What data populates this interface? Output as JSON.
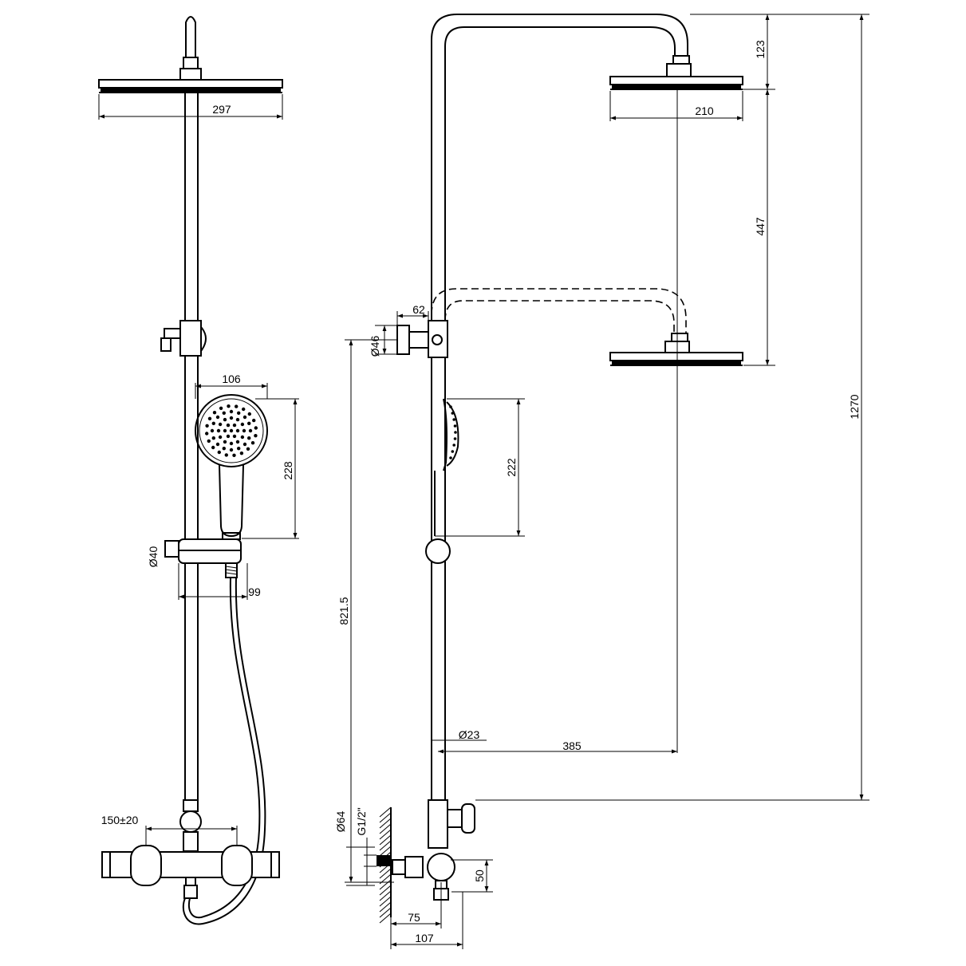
{
  "drawing": {
    "front_view": {
      "head_width": "297",
      "hand_shower_width": "106",
      "hand_shower_length": "228",
      "slider_diameter": "Ø40",
      "holder_projection": "99",
      "inlet_spacing": "150±20"
    },
    "side_view": {
      "top_offset": "123",
      "head_diameter": "210",
      "height_adjust": "447",
      "total_height": "1270",
      "bracket_offset": "62",
      "bracket_diameter": "Ø46",
      "bracket_height": "821.5",
      "hand_shower_length": "222",
      "pipe_diameter": "Ø23",
      "arm_reach": "385",
      "flange_diameter": "Ø64",
      "thread": "G1/2\"",
      "valve_height": "50",
      "depth_inner": "75",
      "depth_outer": "107"
    }
  }
}
